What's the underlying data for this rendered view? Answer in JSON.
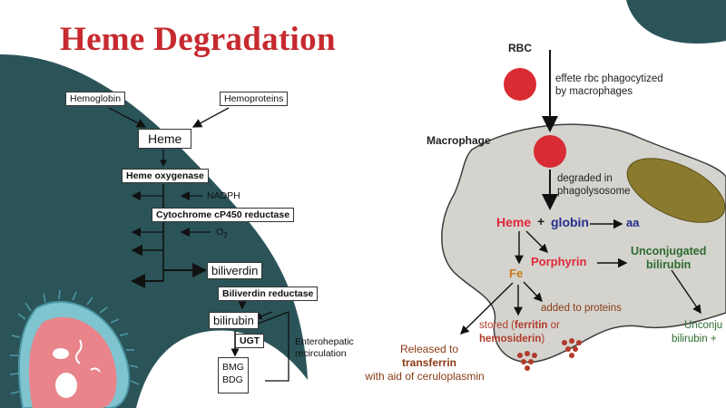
{
  "title": "Heme Degradation",
  "left_flowchart": {
    "hemoglobin": "Hemoglobin",
    "hemoproteins": "Hemoproteins",
    "heme": "Heme",
    "heme_oxygenase": "Heme oxygenase",
    "nadph": "NADPH",
    "cytochrome": "Cytochrome cP450 reductase",
    "o2": "O",
    "o2_sub": "2",
    "biliverdin": "biliverdin",
    "biliverdin_reductase": "Biliverdin reductase",
    "bilirubin": "bilirubin",
    "ugt": "UGT",
    "bmg": "BMG",
    "bdg": "BDG",
    "enterohepatic_line1": "Enterohepatic",
    "enterohepatic_line2": "recirculation"
  },
  "right_diagram": {
    "rbc": "RBC",
    "phago_line1": "effete rbc phagocytized",
    "phago_line2": "by macrophages",
    "macrophage": "Macrophage",
    "degraded_line1": "degraded in",
    "degraded_line2": "phagolysosome",
    "heme": "Heme",
    "plus": "+",
    "globin": "globin",
    "aa": "aa",
    "porphyrin": "Porphyrin",
    "unconj_line1": "Unconjugated",
    "unconj_line2": "bilirubin",
    "fe": "Fe",
    "added": "added to proteins",
    "stored_a": "stored (",
    "ferritin": "ferritin",
    "stored_or": " or",
    "hemosiderin": "hemosiderin",
    "stored_b": ")",
    "released": "Released to",
    "transferrin": "transferrin",
    "aid": "with aid of ceruloplasmin",
    "cut_line1": "Unconju",
    "cut_line2": "bilirubin +"
  },
  "colors": {
    "teal": "#2b5459",
    "title_red": "#c62a2f",
    "rbc_red": "#d92b33",
    "macrophage_fill": "#d4d3ce",
    "vesicle": "#8a7a2e",
    "heme_red": "#e0283a",
    "globin_blue": "#232d8a",
    "green": "#2c6b2e",
    "brown": "#8a3b16",
    "fe_orange": "#c77b17",
    "stored_red": "#b23a2a",
    "microbe_pink": "#e8848a",
    "microbe_cyan": "#7fc4cf"
  }
}
